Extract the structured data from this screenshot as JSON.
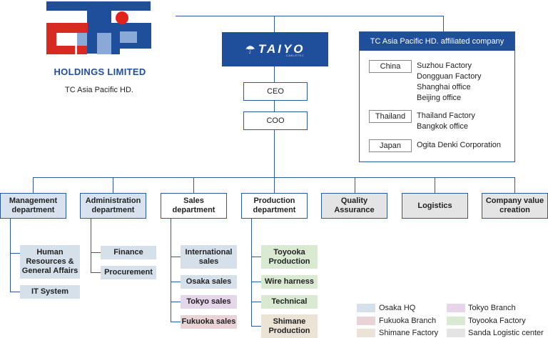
{
  "logo": {
    "company": "HOLDINGS LIMITED",
    "caption": "TC Asia Pacific HD."
  },
  "taiyo": {
    "brand": "TAIYO",
    "sub": "CABLETEC"
  },
  "exec": {
    "ceo": "CEO",
    "coo": "COO"
  },
  "affiliated": {
    "title": "TC Asia Pacific HD. affiliated company",
    "regions": [
      {
        "name": "China",
        "entries": [
          "Suzhou Factory",
          "Dongguan Factory",
          "Shanghai office",
          "Beijing office"
        ]
      },
      {
        "name": "Thailand",
        "entries": [
          "Thailand Factory",
          "Bangkok office"
        ]
      },
      {
        "name": "Japan",
        "entries": [
          "Ogita Denki Corporation"
        ]
      }
    ]
  },
  "departments": [
    {
      "label": "Management department"
    },
    {
      "label": "Administration department"
    },
    {
      "label": "Sales department"
    },
    {
      "label": "Production department"
    },
    {
      "label": "Quality Assurance"
    },
    {
      "label": "Logistics"
    },
    {
      "label": "Company value creation"
    }
  ],
  "management_units": [
    "Human Resources & General Affairs",
    "IT System"
  ],
  "administration_units": [
    "Finance",
    "Procurement"
  ],
  "sales_units": [
    "International sales",
    "Osaka sales",
    "Tokyo sales",
    "Fukuoka sales"
  ],
  "production_units": [
    "Toyooka Production",
    "Wire harness",
    "Technical",
    "Shimane Production"
  ],
  "legend": {
    "osaka": "Osaka HQ",
    "tokyo": "Tokyo Branch",
    "fukuoka": "Fukuoka Branch",
    "toyooka": "Toyooka Factory",
    "shimane": "Shimane Factory",
    "sanda": "Sanda Logistic center"
  },
  "colors": {
    "line": "#2d5a98",
    "osaka": "#d6e0ea",
    "fukuoka": "#ead3d6",
    "tokyo": "#e5d6ea",
    "toyooka": "#d9e9d2",
    "shimane": "#ebe3d6",
    "sanda": "#e4e4e4"
  }
}
